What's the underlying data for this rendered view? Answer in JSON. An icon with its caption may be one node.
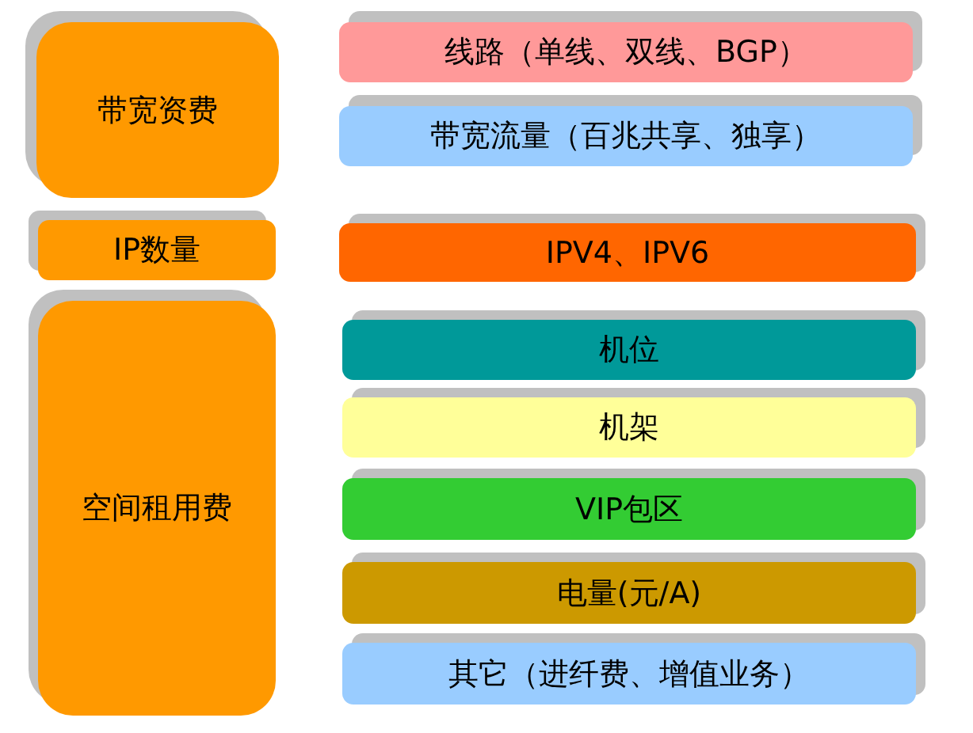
{
  "diagram": {
    "nodes": [
      {
        "text": [
          "带宽资费"
        ]
      },
      {
        "text": [
          "线路（单线、双线、BGP）"
        ]
      },
      {
        "text": [
          "带宽流量（百兆共享、独享）"
        ]
      },
      {
        "text": [
          "IP数量"
        ]
      },
      {
        "text": [
          "IPV4、IPV6"
        ]
      },
      {
        "text": [
          "空间租用费"
        ]
      },
      {
        "text": [
          "机位"
        ]
      },
      {
        "text": [
          "机架"
        ]
      },
      {
        "text": [
          "VIP包区"
        ]
      },
      {
        "text": [
          "电量(元/A)"
        ]
      },
      {
        "text": [
          "其它（进纤费、增值业务）"
        ]
      }
    ]
  }
}
